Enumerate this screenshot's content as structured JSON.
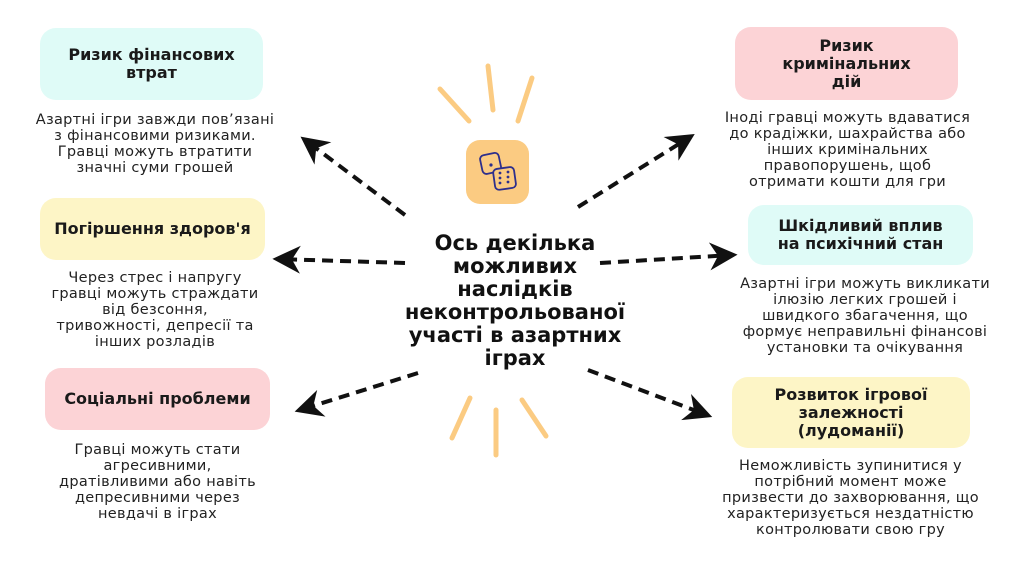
{
  "center_title": "Ось декілька можливих наслідків неконтрольованої участі в азартних іграх",
  "left": [
    {
      "title": "Ризик фінансових втрат",
      "desc": "Азартні ігри завжди пов’язані\nз фінансовими ризиками.\nГравці можуть втратити\nзначні суми грошей"
    },
    {
      "title": "Погіршення здоров'я",
      "desc": "Через стрес і напругу\nгравці можуть страждати\nвід безсоння,\nтривожності, депресії та\nінших розладів"
    },
    {
      "title": "Соціальні проблеми",
      "desc": "Гравці можуть стати\nагресивними,\nдратівливими або навіть\nдепресивними через\nневдачі в іграх"
    }
  ],
  "right": [
    {
      "title": "Ризик кримінальних дій",
      "desc": "Іноді гравці можуть вдаватися\nдо крадіжки, шахрайства або\nінших кримінальних\nправопорушень, щоб\nотримати кошти для гри"
    },
    {
      "title": "Шкідливий вплив на психічний стан",
      "desc": "Азартні ігри можуть викликати\nілюзію легких грошей і\nшвидкого збагачення, що\nформує неправильні фінансові\nустановки та очікування"
    },
    {
      "title": "Розвиток ігрової залежності (лудоманії)",
      "desc": "Неможливість зупинитися у\nпотрібний момент може\nпризвести до захворювання, що\nхарактеризується нездатністю\nконтролювати свою гру"
    }
  ],
  "colors": {
    "cyan": "#dffbf7",
    "yellow": "#fdf5c6",
    "pink": "#fcd3d6",
    "accent": "#fbcb82",
    "dice": "#2e2f8c"
  }
}
